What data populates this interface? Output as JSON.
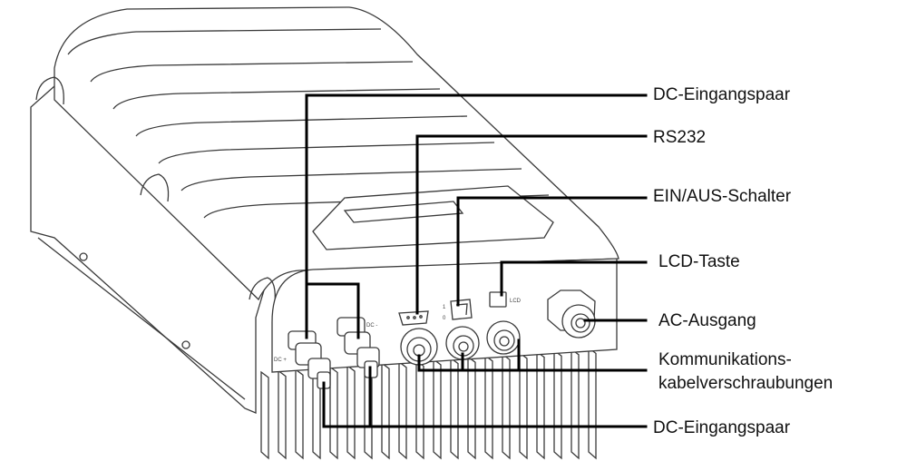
{
  "callouts": [
    {
      "id": "dc-input-top",
      "text": "DC-Eingangspaar"
    },
    {
      "id": "rs232",
      "text": "RS232"
    },
    {
      "id": "on-off-switch",
      "text": "EIN/AUS-Schalter"
    },
    {
      "id": "lcd-button",
      "text": "LCD-Taste"
    },
    {
      "id": "ac-output",
      "text": "AC-Ausgang"
    },
    {
      "id": "comm-cable-glands",
      "text": [
        "Kommunikations-",
        "kabelverschraubungen"
      ]
    },
    {
      "id": "dc-input-bottom",
      "text": "DC-Eingangspaar"
    }
  ],
  "device_markings": {
    "dc_plus": "DC +",
    "dc_minus": "DC -",
    "lcd": "LCD",
    "one": "1",
    "zero": "0"
  },
  "colors": {
    "ink": "#3a3a3a",
    "leader": "#000000",
    "text": "#111111"
  }
}
